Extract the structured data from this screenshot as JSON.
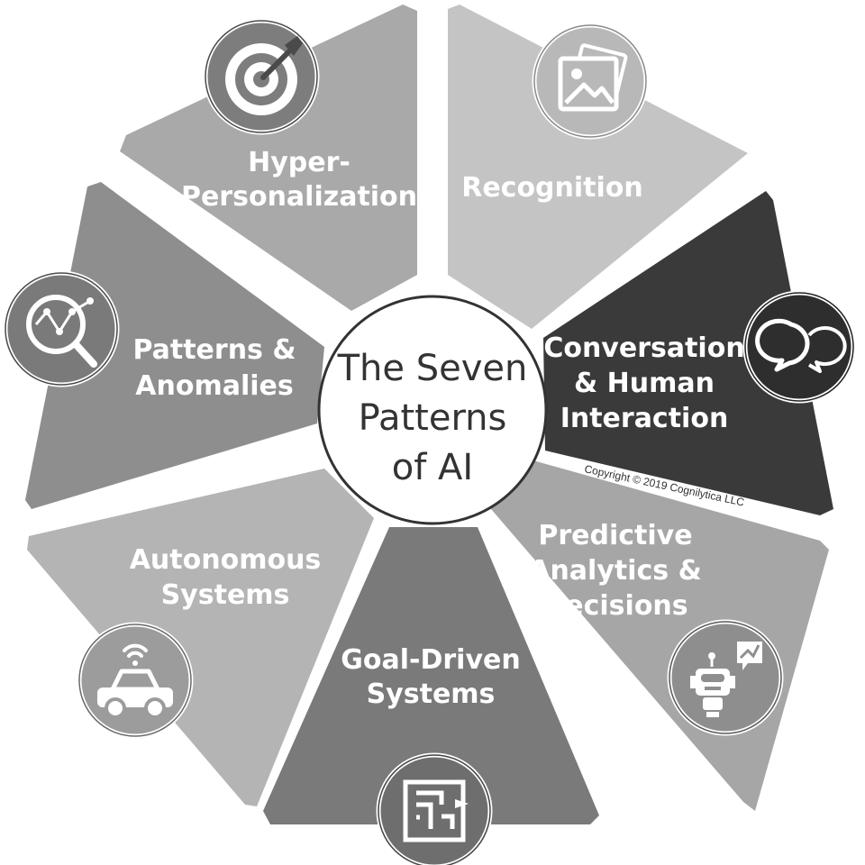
{
  "center": {
    "line1": "The Seven",
    "line2": "Patterns",
    "line3": "of AI"
  },
  "segments": {
    "hyper": {
      "line1": "Hyper-",
      "line2": "Personalization",
      "icon": "target-icon",
      "color": "#a9a9a9"
    },
    "recognition": {
      "line1": "Recognition",
      "icon": "image-icon",
      "color": "#c4c4c4"
    },
    "conversation": {
      "line1": "Conversation",
      "line2": "& Human",
      "line3": "Interaction",
      "icon": "chat-bubbles-icon",
      "color": "#3a3a3a"
    },
    "predictive": {
      "line1": "Predictive",
      "line2": "Analytics &",
      "line3": "Decisions",
      "icon": "robot-analytics-icon",
      "color": "#a6a6a6"
    },
    "goal": {
      "line1": "Goal-Driven",
      "line2": "Systems",
      "icon": "maze-icon",
      "color": "#7a7a7a"
    },
    "autonomous": {
      "line1": "Autonomous",
      "line2": "Systems",
      "icon": "autonomous-car-icon",
      "color": "#b4b4b4"
    },
    "patterns": {
      "line1": "Patterns &",
      "line2": "Anomalies",
      "icon": "magnifier-chart-icon",
      "color": "#8e8e8e"
    }
  },
  "copyright": "Copyright © 2019 Cognilytica LLC"
}
